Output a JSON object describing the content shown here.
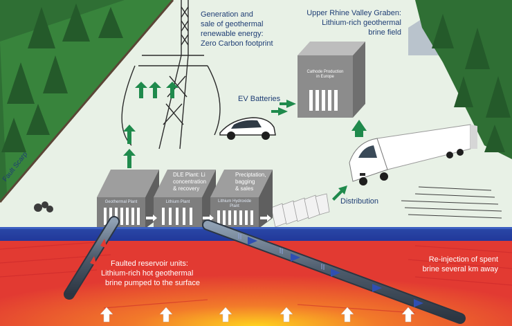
{
  "labels": {
    "generation": [
      "Generation and",
      "sale of geothermal",
      "renewable energy:",
      "Zero Carbon footprint"
    ],
    "graben": [
      "Upper Rhine Valley Graben:",
      "Lithium-rich geothermal",
      "brine field"
    ],
    "ev_batteries": "EV Batteries",
    "cathode": [
      "Cathode Production",
      "in Europe"
    ],
    "dle": [
      "DLE Plant: Li",
      "concentration",
      "& recovery"
    ],
    "precipitation": [
      "Preciptation,",
      "bagging",
      "& sales"
    ],
    "plant_geothermal": "Geothermal Plant",
    "plant_lithium": "Lithium Plant",
    "plant_hydroxide": [
      "Lithium Hydroxide",
      "Plant"
    ],
    "distribution": "Distribution",
    "fault_scarp": "Fault Scarp",
    "reservoir": [
      "Faulted reservoir units:",
      "Lithium-rich hot geothermal",
      "brine pumped to the surface"
    ],
    "reinjection": [
      "Re-injection of spent",
      "brine several km away"
    ]
  },
  "colors": {
    "sky": "#e8f1e6",
    "ground_line": "#2a4a9a",
    "reservoir": "#e23a32",
    "arrow_green": "#1f8a4c",
    "text_blue": "#1e3d74",
    "building": "#8c8c8c",
    "pipe": "#4c5a6a",
    "pipe_arrow": "#2f4fb2"
  }
}
